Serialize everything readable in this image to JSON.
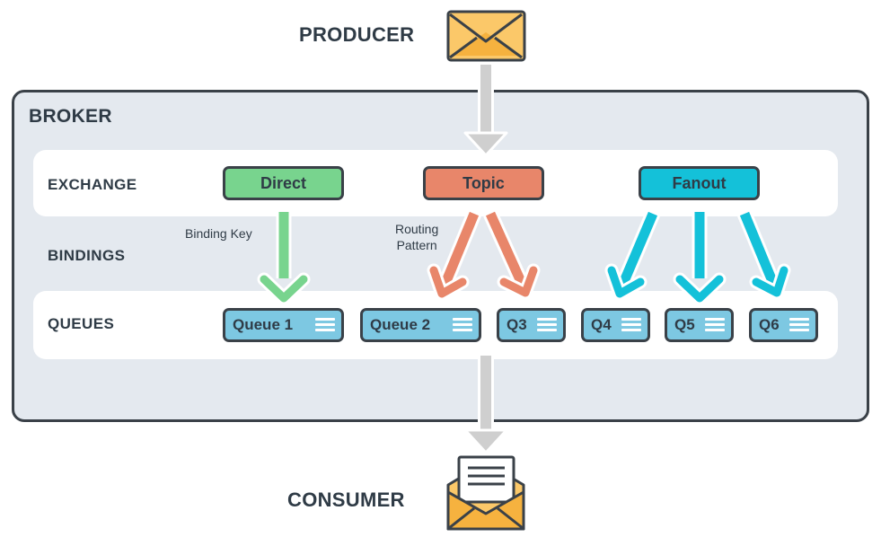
{
  "producer": {
    "label": "PRODUCER",
    "icon": "envelope-icon"
  },
  "broker": {
    "label": "BROKER"
  },
  "rows": {
    "exchange": "EXCHANGE",
    "bindings": "BINDINGS",
    "queues": "QUEUES"
  },
  "exchanges": {
    "direct": {
      "label": "Direct",
      "color": "#78d48e"
    },
    "topic": {
      "label": "Topic",
      "color": "#e8866a"
    },
    "fanout": {
      "label": "Fanout",
      "color": "#14c1d9"
    }
  },
  "binding_labels": {
    "direct": "Binding Key",
    "topic_line1": "Routing",
    "topic_line2": "Pattern"
  },
  "queues": [
    {
      "label": "Queue 1"
    },
    {
      "label": "Queue 2"
    },
    {
      "label": "Q3"
    },
    {
      "label": "Q4"
    },
    {
      "label": "Q5"
    },
    {
      "label": "Q6"
    }
  ],
  "consumer": {
    "label": "CONSUMER",
    "icon": "open-envelope-letter-icon"
  },
  "colors": {
    "queue": "#7dc8e2",
    "flow_arrow": "#cfcfcf",
    "border": "#3a4148"
  }
}
